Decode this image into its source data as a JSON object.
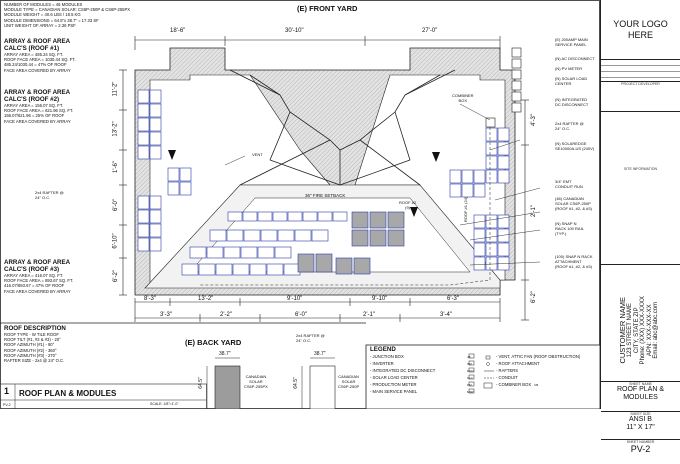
{
  "title": "(E) FRONT YARD",
  "back_yard": "(E) BACK YARD",
  "module_notes": [
    "NUMBER OF MODULES = 46 MODULES",
    "MODULE TYPE = CANADIAN SOLAR: CS6P-250P & CS6P-255PX",
    "MODULE WEIGHT = 40.6 LBS / 18.5 KG",
    "MODULE DIMENSIONS = 64.5\"x 38.7\" = 17.33 SF",
    "UNIT WEIGHT OF ARRAY = 2.36 PSF"
  ],
  "roof1": {
    "heading": [
      "ARRAY & ROOF AREA",
      "CALC'S (ROOF #1)"
    ],
    "lines": [
      "ARRAY AREA = 485.24 SQ. FT.",
      "ROOF FACE AREA = 1030.44 SQ. FT.",
      "485.24/1030.44 = 47% OF ROOF",
      "FACE AREA COVERED BY ARRAY"
    ]
  },
  "roof2": {
    "heading": [
      "ARRAY & ROOF AREA",
      "CALC'S (ROOF #2)"
    ],
    "lines": [
      "ARRAY AREA = 156.07 SQ. FT.",
      "ROOF FACE AREA = 621.96 SQ. FT.",
      "156.07/621.96 = 25% OF ROOF",
      "FACE AREA COVERED BY ARRAY"
    ]
  },
  "roof3": {
    "heading": [
      "ARRAY & ROOF AREA",
      "CALC'S (ROOF #3)"
    ],
    "lines": [
      "ARRAY AREA = 416.07 SQ. FT.",
      "ROOF FACE AREA = 893.67 SQ. FT.",
      "416.07/893.67 = 47% OF ROOF",
      "FACE AREA COVERED BY ARRAY"
    ]
  },
  "roof_desc": {
    "heading": "ROOF DESCRIPTION",
    "lines": [
      "ROOF TYPE - W TILE ROOF",
      "ROOF TILT (#1, #2 & #3) - 20°",
      "ROOF AZIMUTH (#1) - 90°",
      "ROOF AZIMUTH (#2) - 360°",
      "ROOF AZIMUTH (#3) - 270°",
      "RAFTER SIZE - 2x4 @ 24\" O.C."
    ]
  },
  "rafter_note_left": [
    "2x4 RAFTER @",
    "24\" O.C."
  ],
  "rafter_note_right": [
    "2x4 RAFTER @",
    "24\" O.C."
  ],
  "rafter_note_bottom": [
    "2x4 RAFTER @",
    "24\" O.C."
  ],
  "labels": {
    "vent": "VENT",
    "setback": "36\" FIRE SETBACK",
    "combiner": [
      "COMBINER",
      "BOX"
    ],
    "roof1": [
      "ROOF #1",
      "(24)"
    ],
    "roof2": [
      "ROOF #2",
      "(9)"
    ]
  },
  "dims_top": [
    "18'-6\"",
    "30'-10\"",
    "27'-0\""
  ],
  "dims_bottom_row1": [
    "8'-3\"",
    "13'-2\"",
    "9'-10\"",
    "9'-10\"",
    "6'-3\""
  ],
  "dims_bottom_row2": [
    "3'-3\"",
    "2'-2\"",
    "6'-0\"",
    "2'-1\"",
    "3'-4\""
  ],
  "dims_left": [
    "11'-2\"",
    "13'-2\"",
    "1'-6\"",
    "6'-0\"",
    "6'-10\"",
    "6'-2\""
  ],
  "dims_right": [
    "4'-3\"",
    "2'-1\"",
    "6'-2\""
  ],
  "callouts": [
    [
      "(E) 200AMP MAIN",
      "SERVICE PANEL"
    ],
    [
      "(N) AC DISCONNECT"
    ],
    [
      "(N) PV METER"
    ],
    [
      "(N) SOLAR LOAD",
      "CENTER"
    ],
    [
      "(N) INTEGRATED",
      "DC DISCONNECT"
    ],
    [
      "(N) SOLAREDGE",
      "SE10000A-US (240V)"
    ],
    [
      "3/4\" EMT",
      "CONDUIT RUN"
    ],
    [
      "(46) CANADIAN",
      "SOLAR CS6P-250P",
      "(ROOF #1, #2, & #3)"
    ],
    [
      "(N) SNAP N",
      "RACK 100 RAIL",
      "(TYP.)"
    ],
    [
      "(100) SNAP N RACK",
      "ATTACHMENT",
      "(ROOF #1, #2, & #3)"
    ]
  ],
  "module_a": {
    "width": "38.7\"",
    "height": "64.5\"",
    "name": [
      "CANADIAN",
      "SOLAR",
      "CS6P-255PX"
    ]
  },
  "module_b": {
    "width": "38.7\"",
    "height": "64.5\"",
    "name": [
      "CANADIAN",
      "SOLAR",
      "CS6P-250P"
    ]
  },
  "legend": {
    "title": "LEGEND",
    "left": [
      "- JUNCTION BOX",
      "- INVERTER",
      "- INTEGRATED DC DISCONNECT",
      "- SOLAR LOAD CENTER",
      "- PRODUCTION METER",
      "- MAIN SERVICE PANEL"
    ],
    "right": [
      "- VENT, ATTIC FAN (ROOF OBSTRUCTION)",
      "- ROOF ATTACHMENT",
      "- RAFTERS",
      "- CONDUIT",
      "- COMBINER BOX"
    ],
    "codes": [
      "JB",
      "INV",
      "DCD",
      "SLC",
      "PM",
      "MSP"
    ],
    "cb_code": "CB"
  },
  "sheet_strip": {
    "number": "1",
    "title": "ROOF PLAN & MODULES",
    "pv": "PV-2",
    "scale": "SCALE: 1/8\"=1'-0\""
  },
  "title_block": {
    "logo": [
      "YOUR LOGO",
      "HERE"
    ],
    "developer": "PROJECT DEVELOPER",
    "customer": [
      "CUSTOMER NAME",
      "123 STREET NAME",
      "CITY, STATE ZIP",
      "Phone: (XXX) XXX-XXXX",
      "APN: XXX-XXX-XX",
      "Email: abc@abc.com"
    ],
    "sheet_name_label": "SHEET NAME",
    "sheet_name": [
      "ROOF PLAN &",
      "MODULES"
    ],
    "sheet_size_label": "SHEET SIZE",
    "sheet_size": [
      "ANSI B",
      "11\" X 17\""
    ],
    "sheet_number_label": "SHEET NUMBER",
    "sheet_number": "PV-2",
    "site_label": "SITE INFORMATION"
  },
  "colors": {
    "line": "#222222",
    "module_edge": "#2a3aa8",
    "hatch": "#bdbdbd",
    "gray_module": "#a8a8a8"
  }
}
